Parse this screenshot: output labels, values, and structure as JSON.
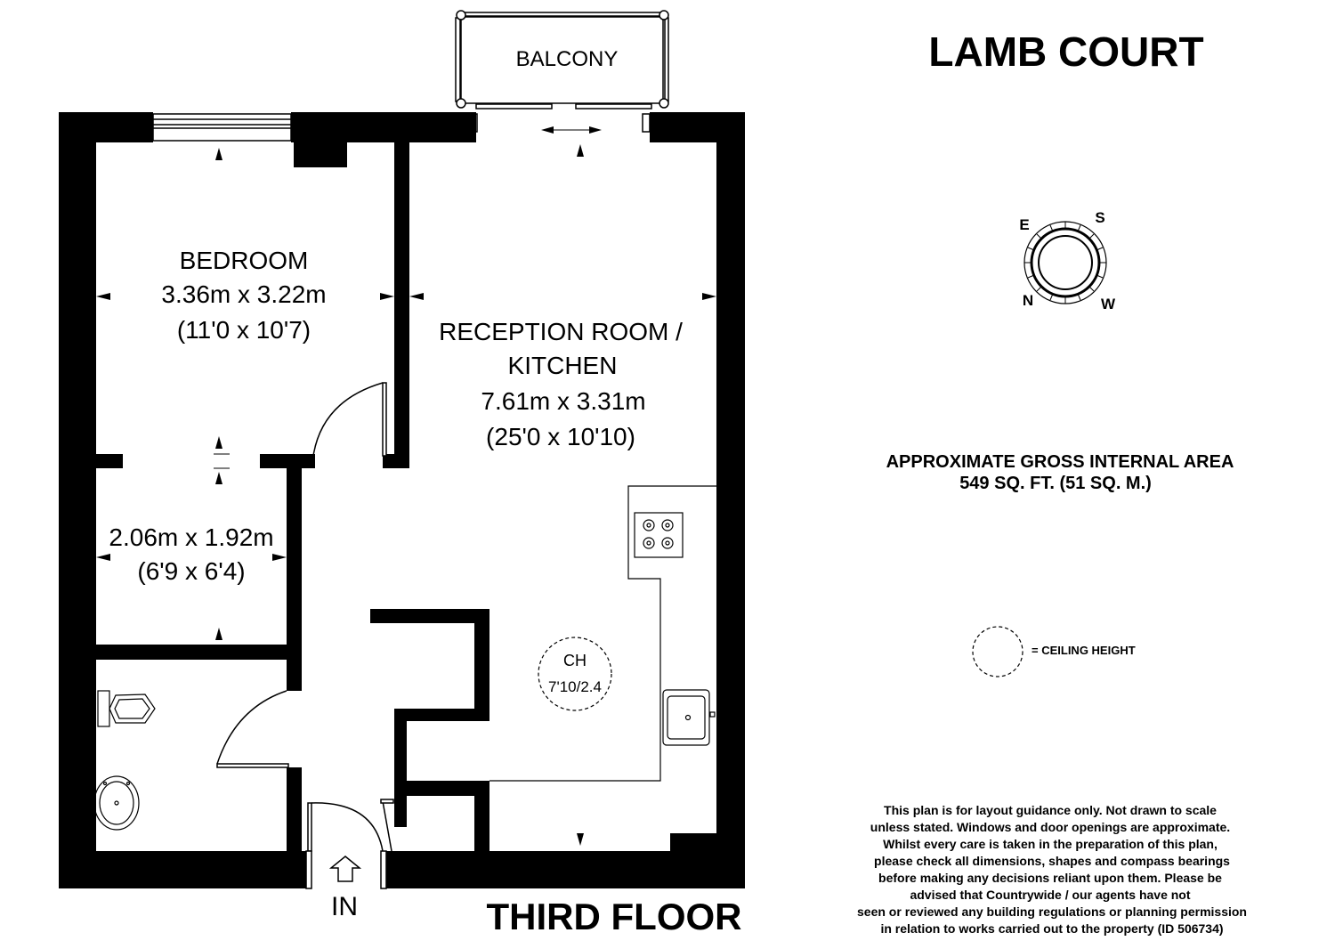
{
  "building_name": "LAMB COURT",
  "floor_label": "THIRD FLOOR",
  "entrance_label": "IN",
  "rooms": {
    "balcony": {
      "name": "BALCONY"
    },
    "bedroom": {
      "name": "BEDROOM",
      "metric": "3.36m x 3.22m",
      "imperial": "(11'0 x 10'7)"
    },
    "reception": {
      "name_line1": "RECEPTION ROOM /",
      "name_line2": "KITCHEN",
      "metric": "7.61m x 3.31m",
      "imperial": "(25'0 x 10'10)"
    },
    "small_room": {
      "metric": "2.06m x 1.92m",
      "imperial": "(6'9 x 6'4)"
    }
  },
  "ceiling_marker": {
    "label": "CH",
    "value": "7'10/2.4"
  },
  "compass": {
    "labels": [
      "E",
      "S",
      "N",
      "W"
    ]
  },
  "area": {
    "title": "APPROXIMATE GROSS INTERNAL AREA",
    "value": "549 SQ. FT. (51 SQ. M.)"
  },
  "legend": {
    "ceiling_height_label": "= CEILING HEIGHT"
  },
  "disclaimer": [
    "This plan is for layout guidance only. Not drawn to scale",
    "unless stated. Windows and door openings are approximate.",
    "Whilst every care is taken in the preparation of this plan,",
    "please check all dimensions, shapes and compass bearings",
    "before making any decisions reliant upon them. Please be",
    "advised that Countrywide / our agents have not",
    "seen or reviewed any building regulations or planning permission",
    "in relation to works carried out to the property (ID 506734)"
  ],
  "colors": {
    "wall": "#000000",
    "background": "#ffffff"
  }
}
